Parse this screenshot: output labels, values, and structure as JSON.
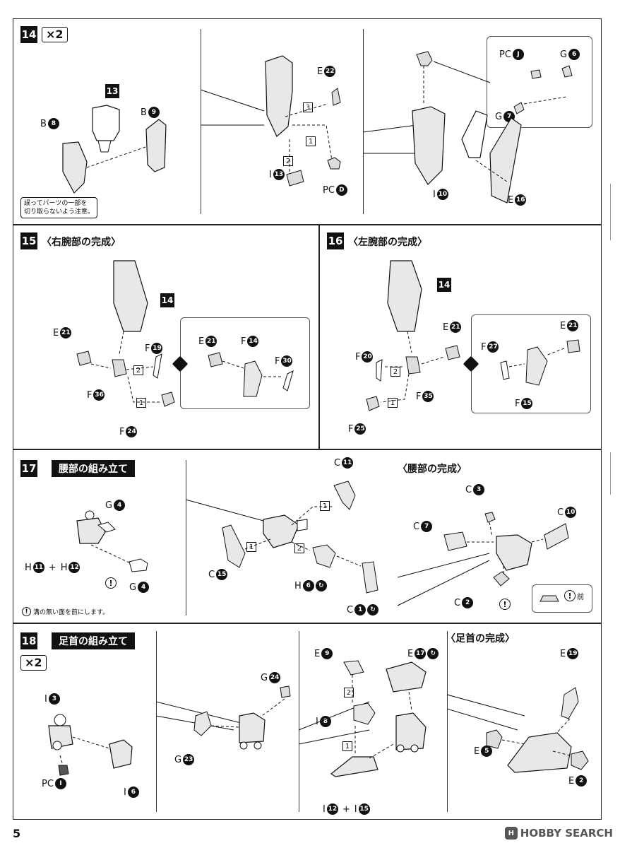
{
  "page_number": "5",
  "watermark": {
    "logo": "H",
    "text": "HOBBY SEARCH"
  },
  "step14": {
    "step": "14",
    "multiplier": "×2",
    "labels": {
      "b8": "B",
      "b8n": "8",
      "b9": "B",
      "b9n": "9",
      "ref13": "13",
      "e22": "E",
      "e22n": "22",
      "i13": "I",
      "i13n": "13",
      "pcd": "PC",
      "pcdn": "D",
      "pcj": "PC",
      "pcjn": "J",
      "g6": "G",
      "g6n": "6",
      "g7": "G",
      "g7n": "7",
      "i10": "I",
      "i10n": "10",
      "e16": "E",
      "e16n": "16"
    },
    "seq": [
      "3",
      "1",
      "2"
    ],
    "note": [
      "誤ってパーツの一部を",
      "切り取らないよう注意。"
    ]
  },
  "step15": {
    "step": "15",
    "title": "〈右腕部の完成〉",
    "ref": "14",
    "labels": {
      "e21": "E",
      "e21n": "21",
      "f19": "F",
      "f19n": "19",
      "f36": "F",
      "f36n": "36",
      "f24": "F",
      "f24n": "24",
      "ie21": "E",
      "ie21n": "21",
      "if14": "F",
      "if14n": "14",
      "if30": "F",
      "if30n": "30"
    },
    "seq": [
      "2",
      "1"
    ]
  },
  "step16": {
    "step": "16",
    "title": "〈左腕部の完成〉",
    "ref": "14",
    "labels": {
      "e21": "E",
      "e21n": "21",
      "f20": "F",
      "f20n": "20",
      "f35": "F",
      "f35n": "35",
      "f25": "F",
      "f25n": "25",
      "ie21": "E",
      "ie21n": "21",
      "if27": "F",
      "if27n": "27",
      "if15": "F",
      "if15n": "15"
    },
    "seq": [
      "2",
      "1"
    ]
  },
  "step17": {
    "step": "17",
    "title": "腰部の組み立て",
    "title2": "〈腰部の完成〉",
    "labels": {
      "g4a": "G",
      "g4an": "4",
      "h11": "H",
      "h11n": "11",
      "plus": "+",
      "h12": "H",
      "h12n": "12",
      "g4b": "G",
      "g4bn": "4",
      "c11": "C",
      "c11n": "11",
      "c15": "C",
      "c15n": "15",
      "h6": "H",
      "h6n": "6",
      "c1": "C",
      "c1n": "1",
      "c3": "C",
      "c3n": "3",
      "c7": "C",
      "c7n": "7",
      "c10": "C",
      "c10n": "10",
      "c2": "C",
      "c2n": "2",
      "front": "前"
    },
    "seq": [
      "1",
      "1",
      "2"
    ],
    "note": "溝の無い面を前にします。"
  },
  "step18": {
    "step": "18",
    "title": "足首の組み立て",
    "title2": "〈足首の完成〉",
    "multiplier": "×2",
    "labels": {
      "i3": "I",
      "i3n": "3",
      "pci": "PC",
      "pcin": "I",
      "i6": "I",
      "i6n": "6",
      "g24": "G",
      "g24n": "24",
      "g23": "G",
      "g23n": "23",
      "e9": "E",
      "e9n": "9",
      "e17": "E",
      "e17n": "17",
      "i8": "I",
      "i8n": "8",
      "i12": "I",
      "i12n": "12",
      "plus": "+",
      "i15": "I",
      "i15n": "15",
      "e19": "E",
      "e19n": "19",
      "e5": "E",
      "e5n": "5",
      "e2": "E",
      "e2n": "2"
    },
    "seq": [
      "2",
      "1"
    ]
  }
}
